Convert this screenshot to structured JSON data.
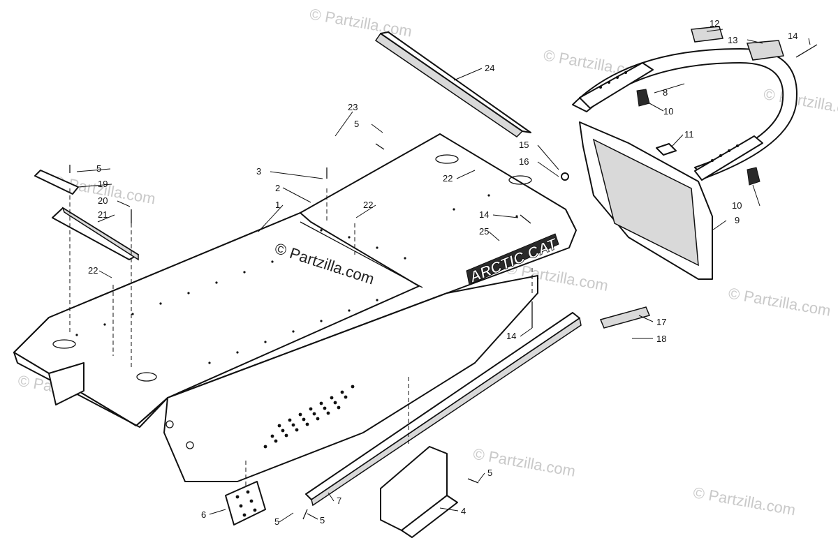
{
  "watermark": "© Partzilla.com",
  "brand_decal_text": "ARCTIC CAT",
  "callouts": {
    "c1": "1",
    "c2": "2",
    "c3": "3",
    "c4": "4",
    "c5a": "5",
    "c5b": "5",
    "c5c": "5",
    "c5d": "5",
    "c5e": "5",
    "c6": "6",
    "c7": "7",
    "c8": "8",
    "c9": "9",
    "c10a": "10",
    "c10b": "10",
    "c11": "11",
    "c12": "12",
    "c13": "13",
    "c14a": "14",
    "c14b": "14",
    "c14c": "14",
    "c15": "15",
    "c16": "16",
    "c17": "17",
    "c18": "18",
    "c19": "19",
    "c20": "20",
    "c21": "21",
    "c22a": "22",
    "c22b": "22",
    "c22c": "22",
    "c23": "23",
    "c24": "24",
    "c25": "25"
  }
}
